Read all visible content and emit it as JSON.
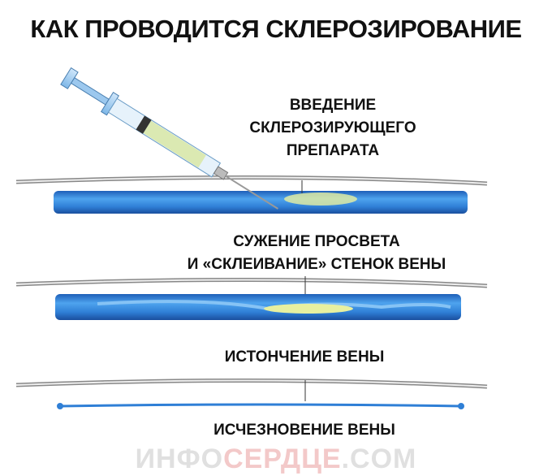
{
  "title": "КАК ПРОВОДИТСЯ СКЛЕРОЗИРОВАНИЕ",
  "watermark": {
    "part1": "ИНФО",
    "part2": "СЕРДЦЕ",
    "part3": ".COM"
  },
  "steps": [
    {
      "lines": [
        "ВВЕДЕНИЕ",
        "СКЛЕРОЗИРУЮЩЕГО",
        "ПРЕПАРАТА"
      ]
    },
    {
      "lines": [
        "СУЖЕНИЕ ПРОСВЕТА",
        "И «СКЛЕИВАНИЕ» СТЕНОК ВЕНЫ"
      ]
    },
    {
      "lines": [
        "ИСТОНЧЕНИЕ ВЕНЫ"
      ]
    },
    {
      "lines": [
        "ИСЧЕЗНОВЕНИЕ ВЕНЫ"
      ]
    }
  ],
  "colors": {
    "vein": "#2f7fd6",
    "sclerosant": "#e8f0a0",
    "skin": "#9a9a9a"
  }
}
